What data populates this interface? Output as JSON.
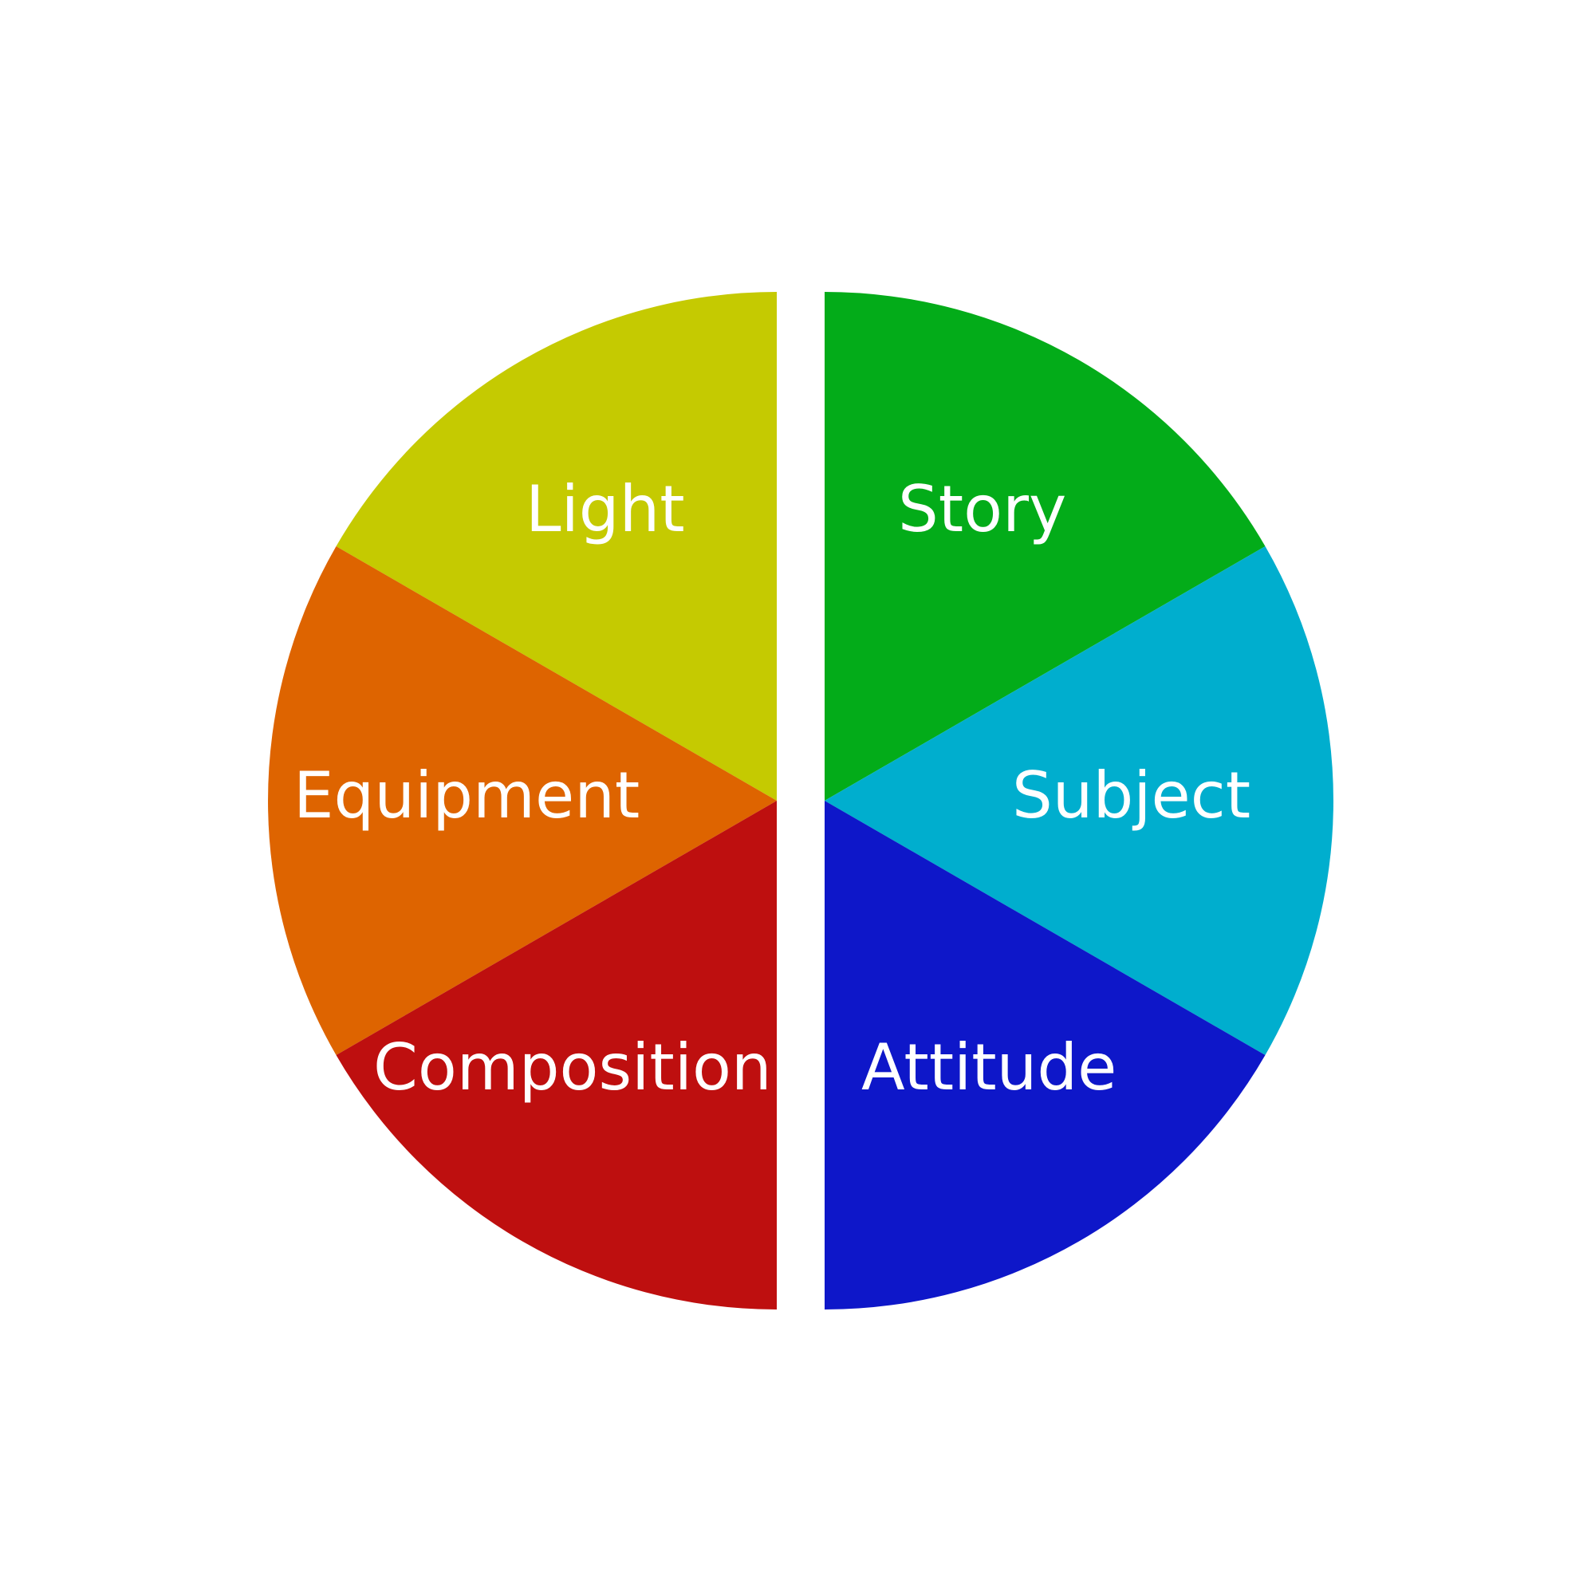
{
  "diagram": {
    "type": "split-wheel",
    "background": "#ffffff",
    "segments": [
      {
        "id": "story",
        "label": "Story",
        "color": "#03ac19",
        "side": "right",
        "position": "top"
      },
      {
        "id": "subject",
        "label": "Subject",
        "color": "#00aece",
        "side": "right",
        "position": "middle"
      },
      {
        "id": "attitude",
        "label": "Attitude",
        "color": "#0e17c9",
        "side": "right",
        "position": "bottom"
      },
      {
        "id": "light",
        "label": "Light",
        "color": "#c5ca01",
        "side": "left",
        "position": "top"
      },
      {
        "id": "equipment",
        "label": "Equipment",
        "color": "#de6400",
        "side": "left",
        "position": "middle"
      },
      {
        "id": "composition",
        "label": "Composition",
        "color": "#be0f0f",
        "side": "left",
        "position": "bottom"
      }
    ]
  }
}
